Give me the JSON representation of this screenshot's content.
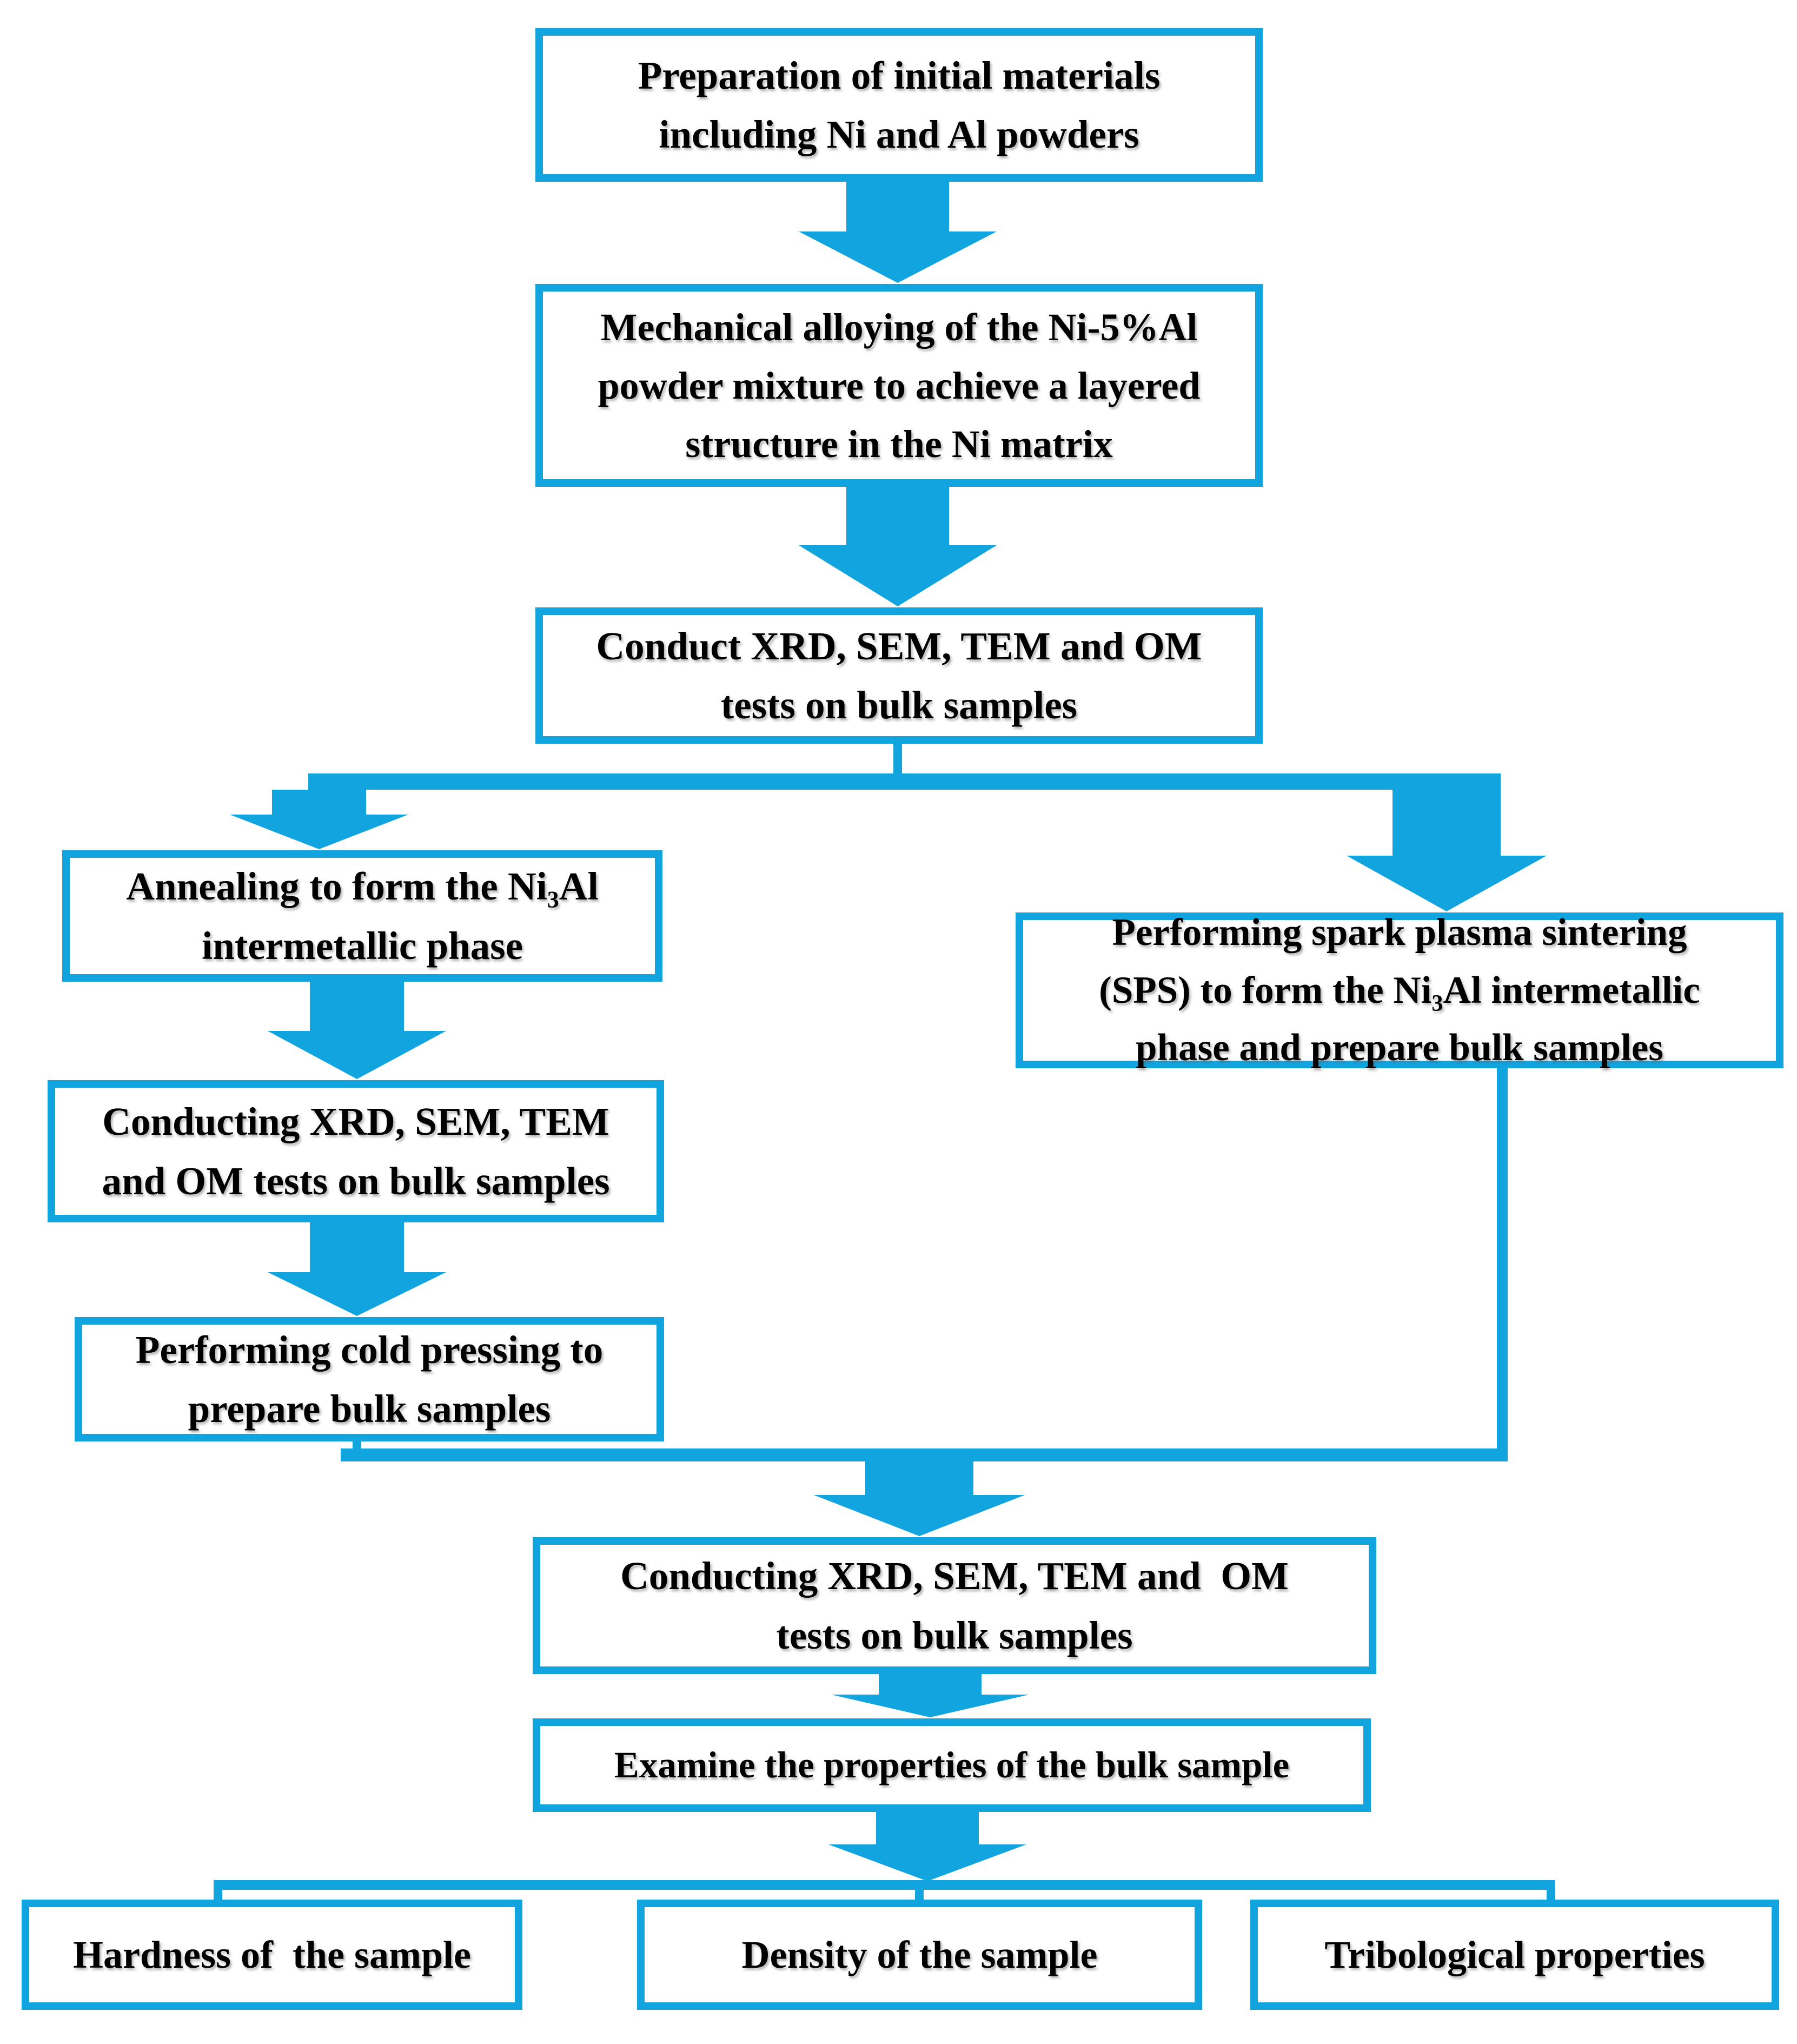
{
  "colors": {
    "accent": "#12a4df",
    "text": "#000000",
    "background": "#ffffff"
  },
  "diagram": {
    "type": "flowchart",
    "nodes": {
      "prep": {
        "label": "Preparation of initial materials\nincluding Ni and Al powders"
      },
      "ma": {
        "label": "Mechanical alloying of the Ni-5%Al\npowder mixture to achieve a layered\nstructure in the Ni matrix"
      },
      "tests1": {
        "label": "Conduct XRD, SEM, TEM and OM\ntests on bulk samples"
      },
      "anneal": {
        "label": "Annealing to form the Ni₃Al\nintermetallic phase"
      },
      "sps": {
        "label": "Performing spark plasma sintering\n(SPS) to form the Ni₃Al intermetallic\nphase and prepare bulk samples"
      },
      "tests2": {
        "label": "Conducting XRD, SEM, TEM\nand OM tests on bulk samples"
      },
      "cold": {
        "label": "Performing cold pressing to\nprepare bulk samples"
      },
      "tests3": {
        "label": "Conducting XRD, SEM, TEM and  OM\ntests on bulk samples"
      },
      "examine": {
        "label": "Examine the properties of the bulk sample"
      },
      "hardness": {
        "label": "Hardness of  the sample"
      },
      "density": {
        "label": "Density of the sample"
      },
      "tribology": {
        "label": "Tribological properties"
      }
    },
    "edges": [
      {
        "from": "prep",
        "to": "ma"
      },
      {
        "from": "ma",
        "to": "tests1"
      },
      {
        "from": "tests1",
        "to": "anneal"
      },
      {
        "from": "tests1",
        "to": "sps"
      },
      {
        "from": "anneal",
        "to": "tests2"
      },
      {
        "from": "tests2",
        "to": "cold"
      },
      {
        "from": "cold",
        "to": "tests3"
      },
      {
        "from": "sps",
        "to": "tests3"
      },
      {
        "from": "tests3",
        "to": "examine"
      },
      {
        "from": "examine",
        "to": "hardness"
      },
      {
        "from": "examine",
        "to": "density"
      },
      {
        "from": "examine",
        "to": "tribology"
      }
    ]
  }
}
